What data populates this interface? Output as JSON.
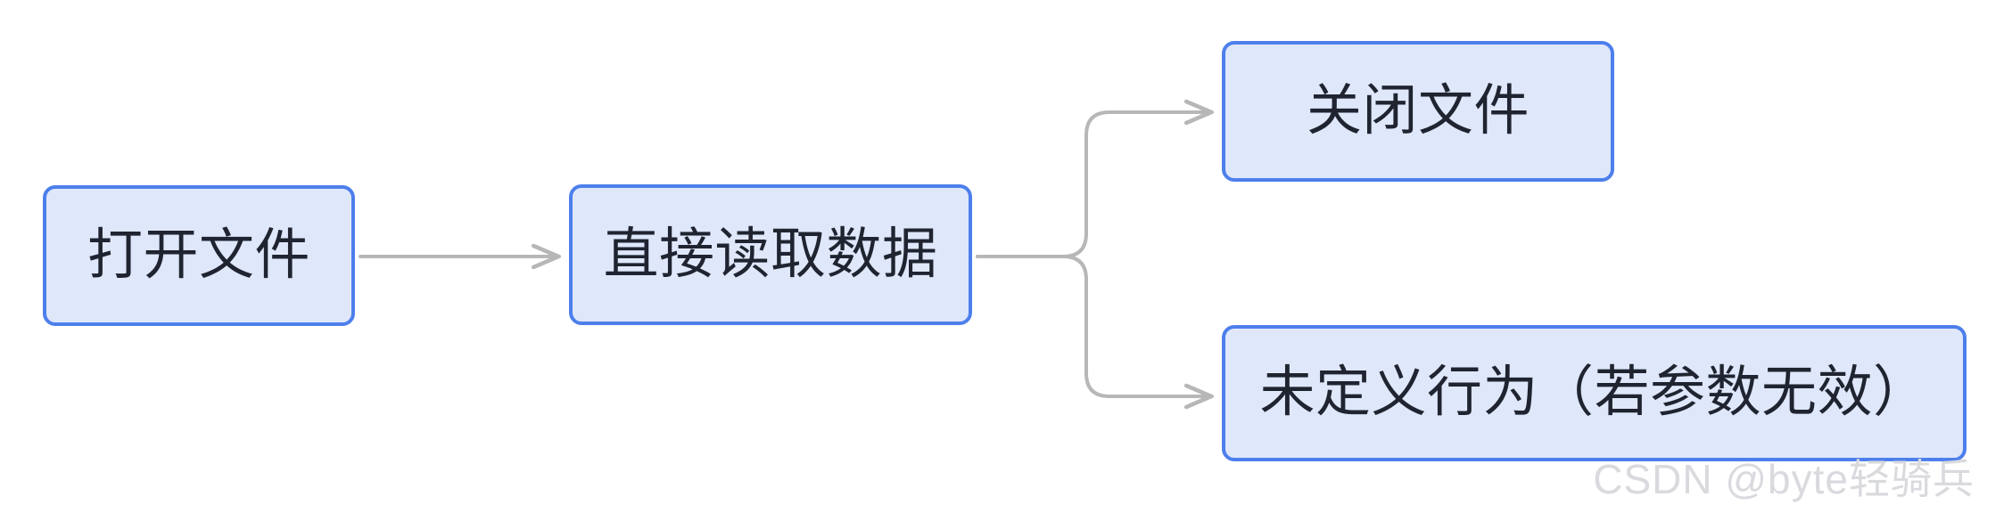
{
  "diagram": {
    "type": "flowchart",
    "orientation": "left-to-right",
    "nodes": [
      {
        "id": "open-file",
        "label": "打开文件"
      },
      {
        "id": "read-data",
        "label": "直接读取数据"
      },
      {
        "id": "close-file",
        "label": "关闭文件"
      },
      {
        "id": "undefined-behavior",
        "label": "未定义行为（若参数无效）"
      }
    ],
    "edges": [
      {
        "from": "open-file",
        "to": "read-data",
        "style": "straight-arrow"
      },
      {
        "from": "read-data",
        "to": "close-file",
        "style": "elbow-arrow-up"
      },
      {
        "from": "read-data",
        "to": "undefined-behavior",
        "style": "elbow-arrow-down"
      }
    ]
  },
  "colors": {
    "node_fill": "#dfe7fb",
    "node_border": "#4d7fec",
    "node_text": "#1f2430",
    "edge": "#b7b7b7",
    "background": "#ffffff",
    "watermark": "#d9dade"
  },
  "watermark": {
    "text": "CSDN @byte轻骑兵"
  }
}
